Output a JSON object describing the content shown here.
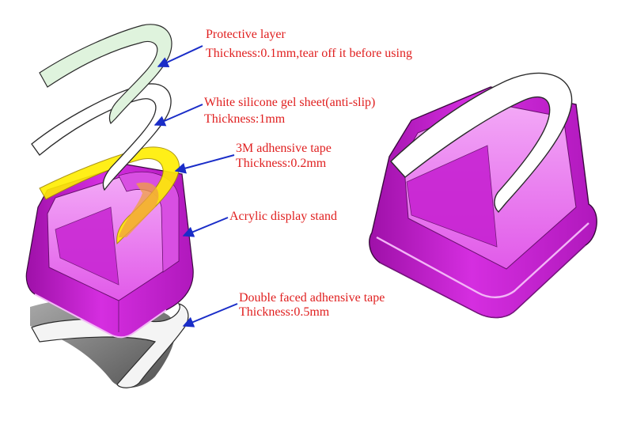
{
  "colors": {
    "label_text": "#e02020",
    "leader_line": "#1a2dc8",
    "stand_body": "#c81ed0",
    "stand_light": "#e66df0",
    "protective_layer": "#dff3dd",
    "silicone_sheet": "#ffffff",
    "adhesive_3m": "#ffee00",
    "outline": "#2a2a2a"
  },
  "icons": {
    "arrow": "arrowhead",
    "stand": "acrylic-display-stand",
    "u_sheet": "u-shaped-sheet"
  },
  "labels": {
    "protective": {
      "title": "Protective layer",
      "detail": "Thickness:0.1mm,tear off it before using"
    },
    "silicone": {
      "title": "White silicone gel sheet(anti-slip)",
      "detail": "Thickness:1mm"
    },
    "tape3m": {
      "title": "3M adhensive tape",
      "detail": "Thickness:0.2mm"
    },
    "acrylic": {
      "title": "Acrylic display stand"
    },
    "double": {
      "title": "Double faced adhensive tape",
      "detail": "Thickness:0.5mm"
    }
  }
}
